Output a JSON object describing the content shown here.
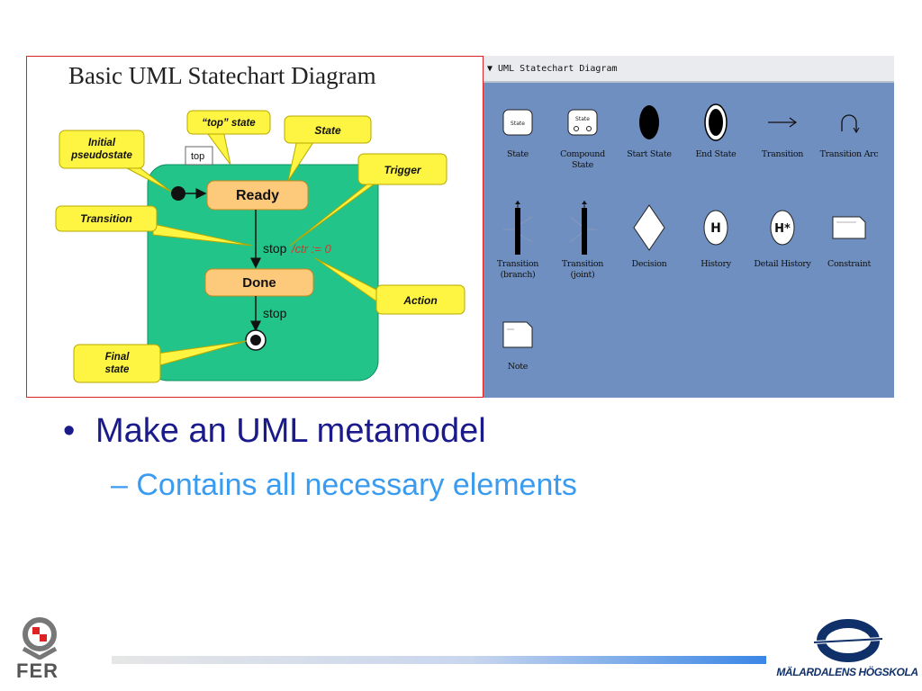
{
  "left_figure": {
    "title": "Basic UML Statechart Diagram",
    "callouts": {
      "initial": "Initial\npseudostate",
      "top_state": "“top” state",
      "state": "State",
      "trigger": "Trigger",
      "transition": "Transition",
      "action": "Action",
      "final": "Final\nstate"
    },
    "top_tag": "top",
    "states": {
      "ready": "Ready",
      "done": "Done"
    },
    "edge_labels": {
      "stop_trigger": "stop",
      "action_expr": "/ctr := 0",
      "stop_plain": "stop"
    }
  },
  "palette": {
    "header": "▼ UML Statechart Diagram",
    "items": [
      {
        "label": "State",
        "icon": "state-box-icon",
        "inner": "State"
      },
      {
        "label": "Compound State",
        "icon": "compound-state-icon",
        "inner": "State"
      },
      {
        "label": "Start State",
        "icon": "start-state-icon"
      },
      {
        "label": "End State",
        "icon": "end-state-icon"
      },
      {
        "label": "Transition",
        "icon": "arrow-right-icon"
      },
      {
        "label": "Transition Arc",
        "icon": "arc-icon"
      },
      {
        "label": "Transition\n(branch)",
        "icon": "branch-icon"
      },
      {
        "label": "Transition\n(joint)",
        "icon": "joint-icon"
      },
      {
        "label": "Decision",
        "icon": "diamond-icon"
      },
      {
        "label": "History",
        "icon": "history-icon",
        "inner": "H"
      },
      {
        "label": "Detail History",
        "icon": "detail-history-icon",
        "inner": "H*"
      },
      {
        "label": "Constraint",
        "icon": "constraint-icon"
      },
      {
        "label": "Note",
        "icon": "note-icon"
      }
    ]
  },
  "bullets": {
    "level1": "Make an UML metamodel",
    "level2": "– Contains all necessary elements",
    "bullet_char": "•"
  },
  "footer": {
    "left_logo_text": "FER",
    "right_logo_text": "MÄLARDALENS HÖGSKOLA"
  },
  "colors": {
    "state_fill": "#fdc97a",
    "top_state_fill": "#22c48a",
    "callout_fill": "#fdf542",
    "palette_bg": "#6e8fc0",
    "bullet1": "#1a1a8a",
    "bullet2": "#3a9cf0"
  }
}
